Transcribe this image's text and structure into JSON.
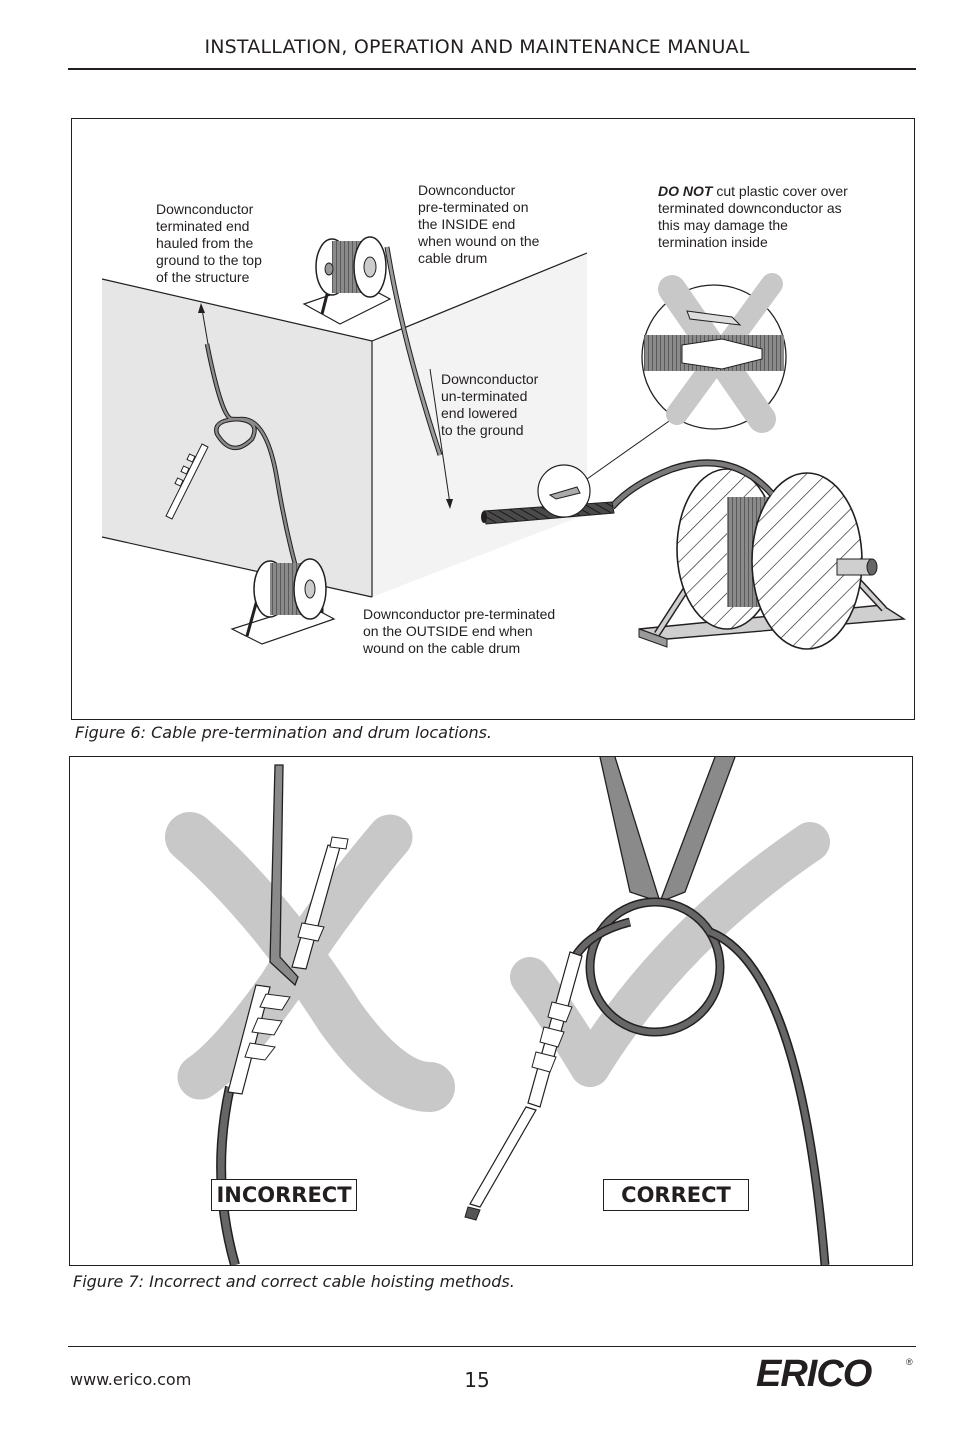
{
  "header": {
    "title": "INSTALLATION, OPERATION AND MAINTENANCE MANUAL"
  },
  "figure6": {
    "caption": "Figure 6: Cable pre-termination and drum locations.",
    "labels": {
      "hauled": [
        "Downconductor",
        "terminated end",
        "hauled from the",
        "ground to the top",
        "of the structure"
      ],
      "inside": [
        "Downconductor",
        "pre-terminated on",
        "the INSIDE end",
        "when wound on the",
        "cable drum"
      ],
      "do_not_bold": "DO NOT",
      "do_not_rest": [
        " cut plastic cover over",
        "terminated downconductor as",
        "this may damage the",
        "termination inside"
      ],
      "lowered": [
        "Downconductor",
        "un-terminated",
        "end lowered",
        "to the ground"
      ],
      "outside": [
        "Downconductor pre-terminated",
        "on the OUTSIDE end when",
        "wound on the cable drum"
      ]
    }
  },
  "figure7": {
    "caption": "Figure 7: Incorrect and correct cable hoisting methods.",
    "incorrect_label": "INCORRECT",
    "correct_label": "CORRECT"
  },
  "footer": {
    "url": "www.erico.com",
    "page_number": "15",
    "logo_text": "ERICO",
    "logo_mark": "®"
  },
  "colors": {
    "ink": "#231f20",
    "watermark": "#c8c8c8",
    "wall": "#e6e6e6",
    "cable": "#5a5a5a"
  }
}
